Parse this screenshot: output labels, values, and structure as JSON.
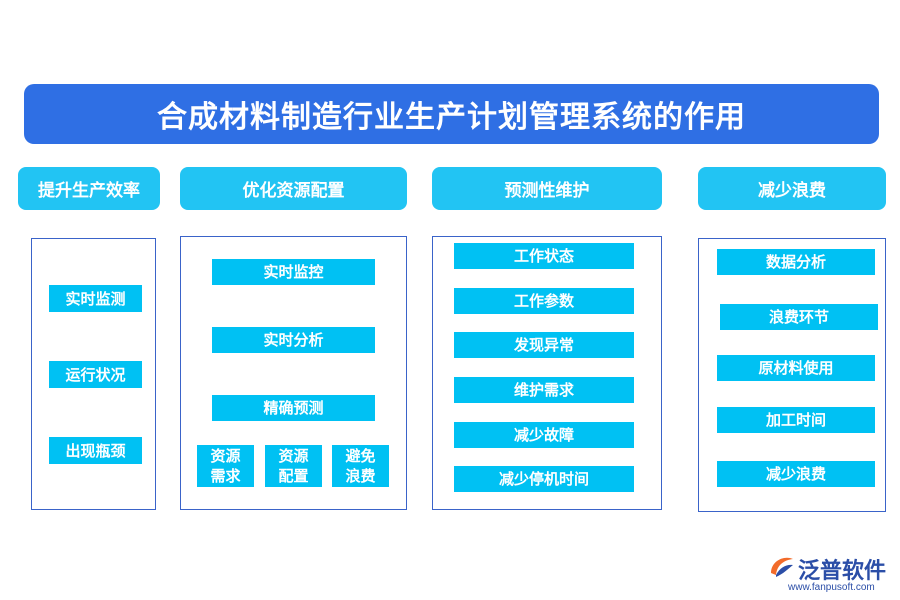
{
  "title": "合成材料制造行业生产计划管理系统的作用",
  "columns": [
    {
      "header": "提升生产效率",
      "items": [
        "实时监测",
        "运行状况",
        "出现瓶颈"
      ]
    },
    {
      "header": "优化资源配置",
      "items": [
        "实时监控",
        "实时分析",
        "精确预测"
      ],
      "sub_items": [
        "资源需求",
        "资源配置",
        "避免浪费"
      ]
    },
    {
      "header": "预测性维护",
      "items": [
        "工作状态",
        "工作参数",
        "发现异常",
        "维护需求",
        "减少故障",
        "减少停机时间"
      ]
    },
    {
      "header": "减少浪费",
      "items": [
        "数据分析",
        "浪费环节",
        "原材料使用",
        "加工时间",
        "减少浪费"
      ]
    }
  ],
  "logo": {
    "name": "泛普软件",
    "url": "www.fanpusoft.com"
  },
  "colors": {
    "title_bg": "#2f6fe4",
    "header_bg": "#22c4f3",
    "item_bg": "#00c1f3",
    "box_border": "#3a63c9"
  }
}
